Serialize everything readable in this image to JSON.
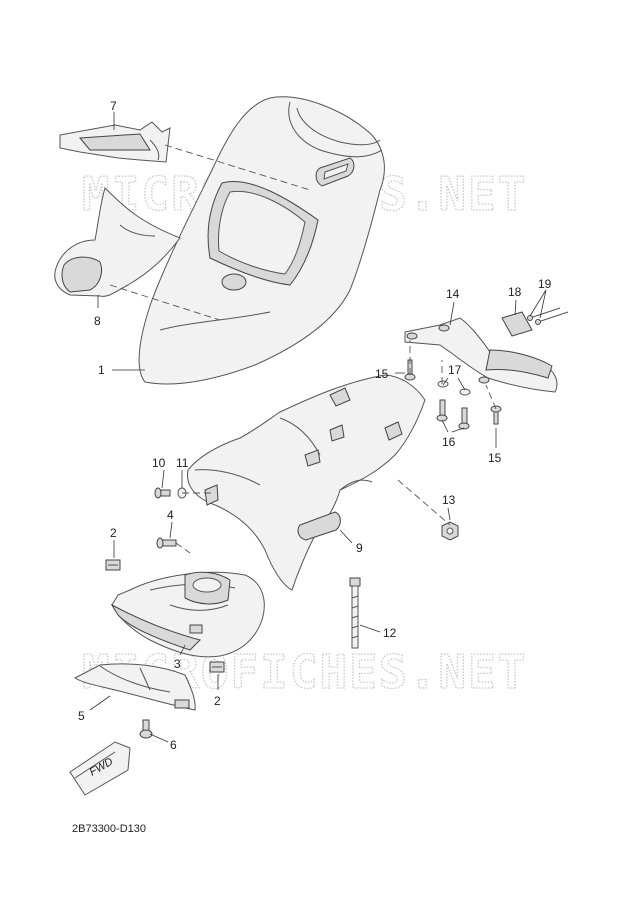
{
  "watermark": "MICROFICHES.NET",
  "diagram_code": "2B73300-D130",
  "fwd_label": "FWD",
  "callouts": {
    "c1": "1",
    "c2a": "2",
    "c2b": "2",
    "c3": "3",
    "c4": "4",
    "c5": "5",
    "c6": "6",
    "c7": "7",
    "c8": "8",
    "c9": "9",
    "c10": "10",
    "c11": "11",
    "c12": "12",
    "c13": "13",
    "c14": "14",
    "c15a": "15",
    "c15b": "15",
    "c16": "16",
    "c17": "17",
    "c18": "18",
    "c19": "19"
  }
}
